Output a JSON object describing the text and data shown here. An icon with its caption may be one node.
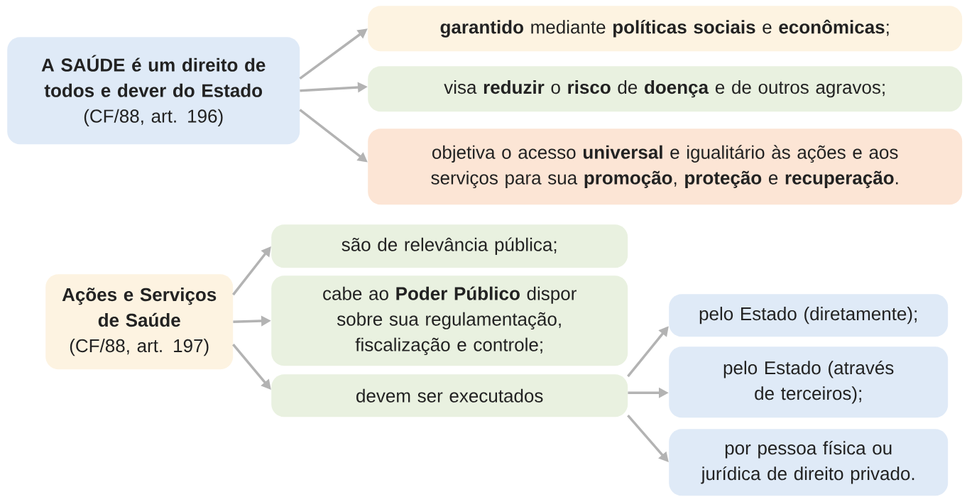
{
  "diagram": {
    "nodes": [
      {
        "text": [
          "A SAÚDE é um direito de todos e dever do Estado",
          "(CF/88, art. 196)"
        ]
      },
      {
        "text": [
          "**garantido** mediante **políticas sociais** e **econômicas**;"
        ]
      },
      {
        "text": [
          "visa **reduzir** o **risco** de **doença** e de outros agravos;"
        ]
      },
      {
        "text": [
          "objetiva o acesso **universal** e igualitário às ações e aos serviços para sua **promoção**, **proteção** e **recuperação**."
        ]
      },
      {
        "text": [
          "Ações e Serviços de Saúde",
          "(CF/88, art. 197)"
        ]
      },
      {
        "text": [
          "são de relevância pública;"
        ]
      },
      {
        "text": [
          "cabe ao **Poder Público** dispor sobre sua regulamentação, fiscalização e controle;"
        ]
      },
      {
        "text": [
          "devem ser executados"
        ]
      },
      {
        "text": [
          "pelo Estado (diretamente);"
        ]
      },
      {
        "text": [
          "pelo Estado (através de terceiros);"
        ]
      },
      {
        "text": [
          "por pessoa física ou jurídica de direito privado."
        ]
      }
    ],
    "edges": [
      {
        "from": 0,
        "to": 1,
        "arrow": "to"
      },
      {
        "from": 0,
        "to": 2,
        "arrow": "to"
      },
      {
        "from": 0,
        "to": 3,
        "arrow": "to"
      },
      {
        "from": 4,
        "to": 5,
        "arrow": "to"
      },
      {
        "from": 4,
        "to": 6,
        "arrow": "to"
      },
      {
        "from": 4,
        "to": 7,
        "arrow": "to"
      },
      {
        "from": 7,
        "to": 8,
        "arrow": "to"
      },
      {
        "from": 7,
        "to": 9,
        "arrow": "to"
      },
      {
        "from": 7,
        "to": 10,
        "arrow": "to"
      }
    ]
  }
}
